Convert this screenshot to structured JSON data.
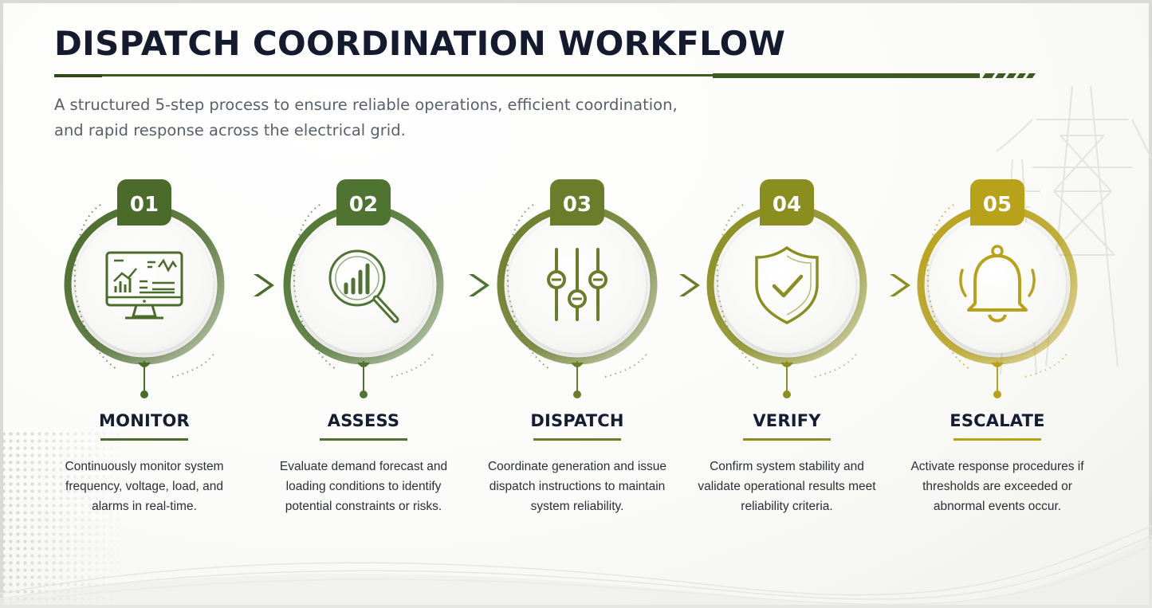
{
  "header": {
    "title": "DISPATCH COORDINATION WORKFLOW",
    "subtitle": "A structured 5-step process to ensure reliable operations, efficient coordination, and rapid response across the electrical grid."
  },
  "colors": {
    "title": "#151b2e",
    "rule": "#3e5a22",
    "step_colors": [
      "#4a6b2a",
      "#4f7431",
      "#6b7d2a",
      "#8a8e1f",
      "#b8a21a"
    ]
  },
  "steps": [
    {
      "number": "01",
      "name": "MONITOR",
      "icon": "monitor-dashboard-icon",
      "description": "Continuously monitor system frequency, voltage, load, and alarms in real-time."
    },
    {
      "number": "02",
      "name": "ASSESS",
      "icon": "magnifier-chart-icon",
      "description": "Evaluate demand forecast and loading conditions to identify potential constraints or risks."
    },
    {
      "number": "03",
      "name": "DISPATCH",
      "icon": "sliders-icon",
      "description": "Coordinate generation and issue dispatch instructions to maintain system reliability."
    },
    {
      "number": "04",
      "name": "VERIFY",
      "icon": "shield-check-icon",
      "description": "Confirm system stability and validate operational results meet reliability criteria."
    },
    {
      "number": "05",
      "name": "ESCALATE",
      "icon": "alarm-bell-icon",
      "description": "Activate response procedures if thresholds are exceeded or abnormal events occur."
    }
  ]
}
